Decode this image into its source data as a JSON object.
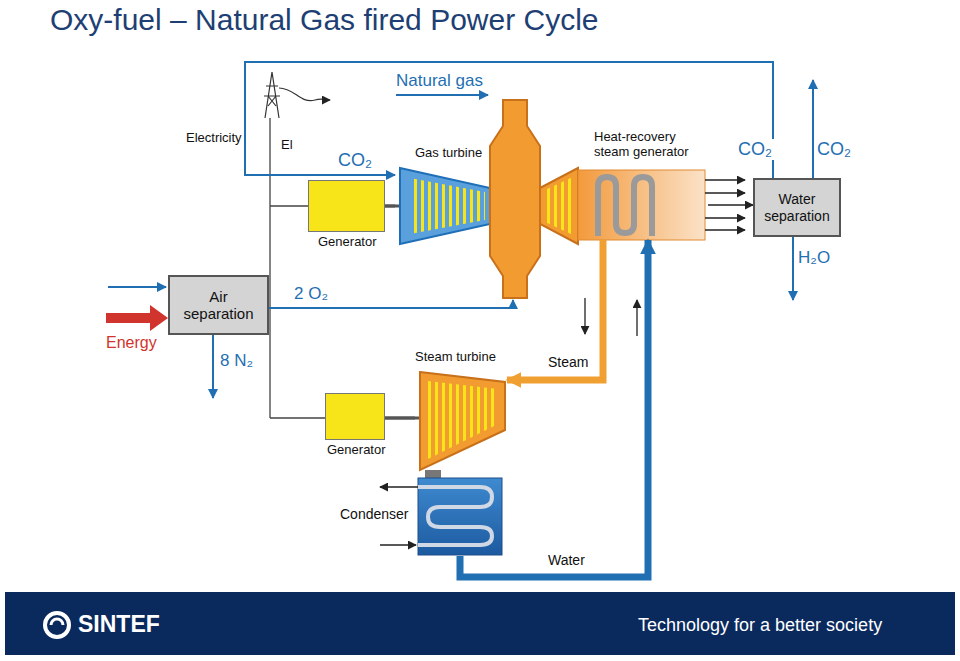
{
  "diagram": {
    "title": "Oxy-fuel – Natural Gas fired Power Cycle",
    "nodes": [
      {
        "text": [
          "Gas turbine"
        ]
      },
      {
        "text": [
          "Heat-recovery steam generator"
        ]
      },
      {
        "text": [
          "Generator"
        ]
      },
      {
        "text": [
          "Water separation"
        ]
      },
      {
        "text": [
          "Air separation"
        ]
      },
      {
        "text": [
          "Steam turbine"
        ]
      },
      {
        "text": [
          "Generator"
        ]
      },
      {
        "text": [
          "Condenser"
        ]
      }
    ],
    "edges": [
      {
        "from": 3,
        "to": 0,
        "label": "CO₂",
        "arrow": "to"
      },
      {
        "from": 1,
        "to": 3,
        "label": "CO₂",
        "arrow": "to"
      },
      {
        "from": 4,
        "to": 0,
        "label": "2 O₂",
        "arrow": "to"
      },
      {
        "from": 1,
        "to": 5,
        "label": "Steam",
        "arrow": "to"
      },
      {
        "from": 7,
        "to": 1,
        "label": "Water",
        "arrow": "to"
      },
      {
        "from": 2,
        "to": 0,
        "arrow": "none"
      },
      {
        "from": 6,
        "to": 5,
        "arrow": "none"
      }
    ],
    "labels": [
      "Electricity",
      "El",
      "Natural gas",
      "CO₂",
      "H₂O",
      "8 N₂",
      "Energy",
      "SINTEF",
      "Technology for a better society"
    ]
  }
}
